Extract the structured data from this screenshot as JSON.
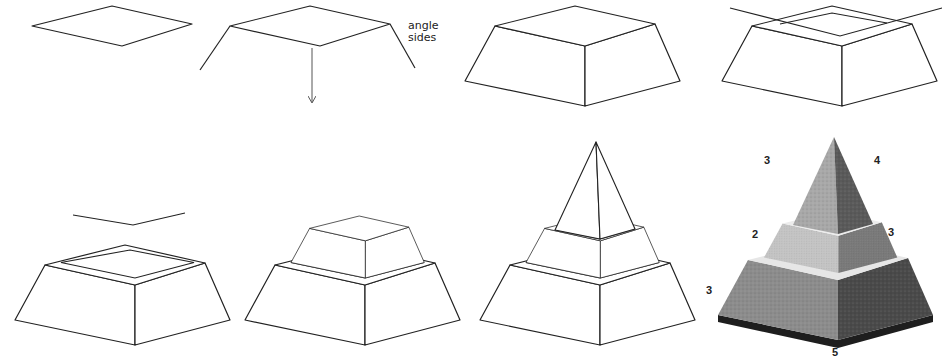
{
  "diagram": {
    "labels": [
      "angle sides",
      "3",
      "4",
      "2",
      "3",
      "3",
      "5"
    ]
  }
}
